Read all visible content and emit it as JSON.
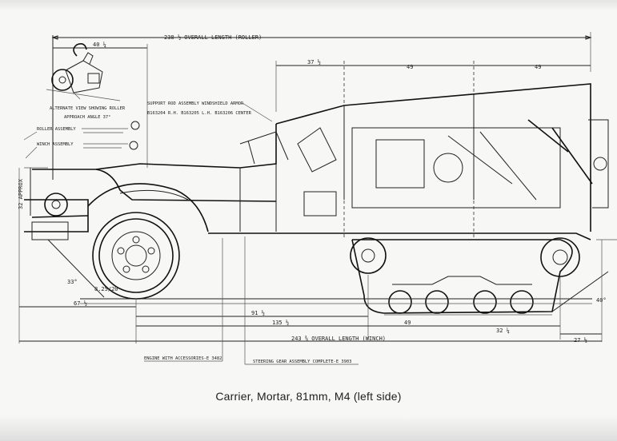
{
  "caption": "Carrier, Mortar, 81mm, M4 (left side)",
  "dimensions": {
    "overall_length_roller": "238 ½ OVERALL LENGTH (ROLLER)",
    "alt_view_width": "40 ¼",
    "rear_seg_1": "37 ½",
    "rear_seg_2": "49",
    "rear_seg_3": "49",
    "front_height": "32 APPROX",
    "approach_angle_dim": "33°",
    "front_overhang": "67 ½",
    "wheel_to_track": "91 ½",
    "wheelbase": "135 ½",
    "track_length": "49",
    "track_to_rear": "32 ¼",
    "rear_overhang": "27 ½",
    "departure_angle": "40°",
    "overall_length_winch": "243 ⅜ OVERALL LENGTH (WINCH)",
    "tire_size": "8.25/20"
  },
  "labels": {
    "alt_view": "ALTERNATE VIEW SHOWING ROLLER",
    "approach_angle": "APPROACH ANGLE 37°",
    "roller_assembly": "ROLLER ASSEMBLY",
    "winch_assembly": "WINCH ASSEMBLY",
    "support_rod_1": "SUPPORT ROD ASSEMBLY WINDSHIELD ARMOR",
    "support_rod_2": "B163204 R.H. B163205 L.H. B163206 CENTER",
    "engine": "ENGINE WITH ACCESSORIES-E 3482",
    "steering": "STEERING GEAR ASSEMBLY COMPLETE-E 3903"
  }
}
